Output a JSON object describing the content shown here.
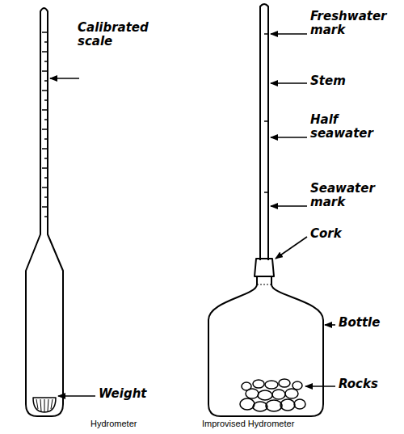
{
  "diagram": {
    "labels": [
      "Calibrated scale",
      "Weight",
      "Hydrometer",
      "Freshwater mark",
      "Stem",
      "Half seawater",
      "Seawater mark",
      "Cork",
      "Bottle",
      "Rocks",
      "Improvised Hydrometer"
    ]
  }
}
